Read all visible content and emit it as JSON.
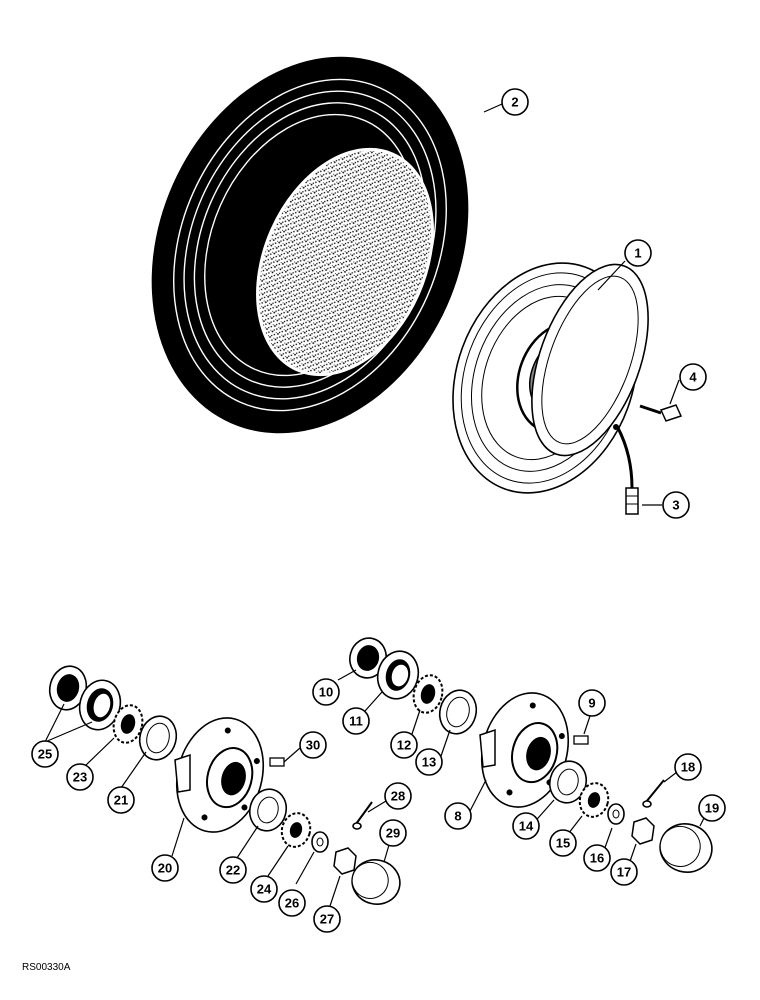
{
  "callouts": [
    "1",
    "2",
    "3",
    "4",
    "8",
    "9",
    "10",
    "11",
    "12",
    "13",
    "14",
    "15",
    "16",
    "17",
    "18",
    "19",
    "20",
    "21",
    "22",
    "23",
    "24",
    "25",
    "26",
    "27",
    "28",
    "29",
    "30"
  ],
  "figure_code": "RS00330A"
}
